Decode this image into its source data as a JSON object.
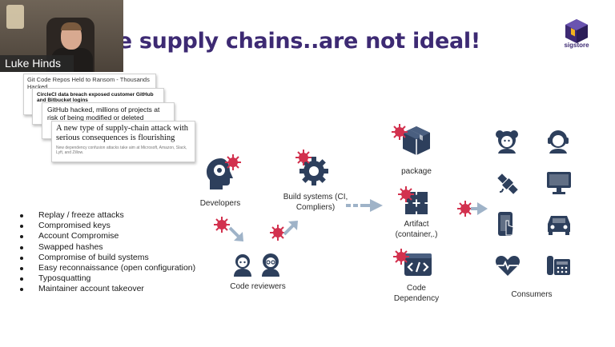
{
  "slide": {
    "title": "rce supply chains..are not ideal!"
  },
  "presenter": {
    "name": "Luke Hinds"
  },
  "logo": {
    "text": "sigstore"
  },
  "clippings": [
    {
      "headline": "Git Code Repos Held to Ransom - Thousands Hacked"
    },
    {
      "headline": "CircleCI data breach exposed customer GitHub and Bitbucket logins"
    },
    {
      "headline": "GitHub hacked, millions of projects at risk of being modified or deleted"
    },
    {
      "headline": "A new type of supply-chain attack with serious consequences is flourishing",
      "subtext": "New dependency confusion attacks take aim at Microsoft, Amazon, Slack, Lyft, and Zillow."
    }
  ],
  "attacks": [
    "Replay / freeze attacks",
    "Compromised keys",
    "Account Compromise",
    "Swapped hashes",
    "Compromise of build systems",
    "Easy reconnaissance (open configuration)",
    "Typosquatting",
    "Maintainer account takeover"
  ],
  "diagram": {
    "developers": "Developers",
    "build_line1": "Build systems (CI,",
    "build_line2": "Compliers)",
    "code_reviewers": "Code reviewers",
    "package": "package",
    "artifact_line1": "Artifact",
    "artifact_line2": "(container,.)",
    "code_line1": "Code",
    "code_line2": "Dependency",
    "consumers": "Consumers"
  },
  "colors": {
    "title": "#3d2a73",
    "icon": "#2d3f5c",
    "threat": "#d2314e",
    "arrow": "#9fb3c8"
  }
}
